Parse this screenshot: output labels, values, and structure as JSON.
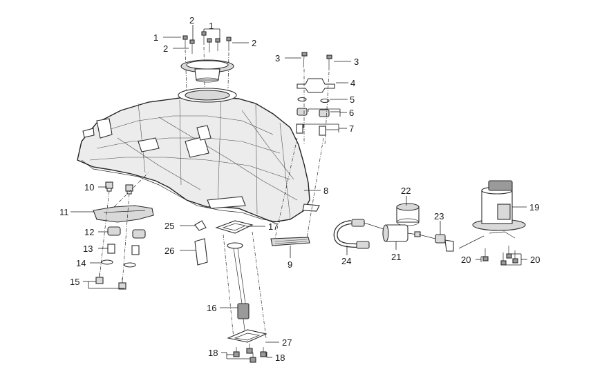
{
  "diagram": {
    "callouts": [
      "1",
      "2",
      "3",
      "4",
      "5",
      "6",
      "7",
      "8",
      "9",
      "10",
      "11",
      "12",
      "13",
      "14",
      "15",
      "16",
      "17",
      "18",
      "19",
      "20",
      "21",
      "22",
      "23",
      "24",
      "25",
      "26",
      "27"
    ]
  }
}
